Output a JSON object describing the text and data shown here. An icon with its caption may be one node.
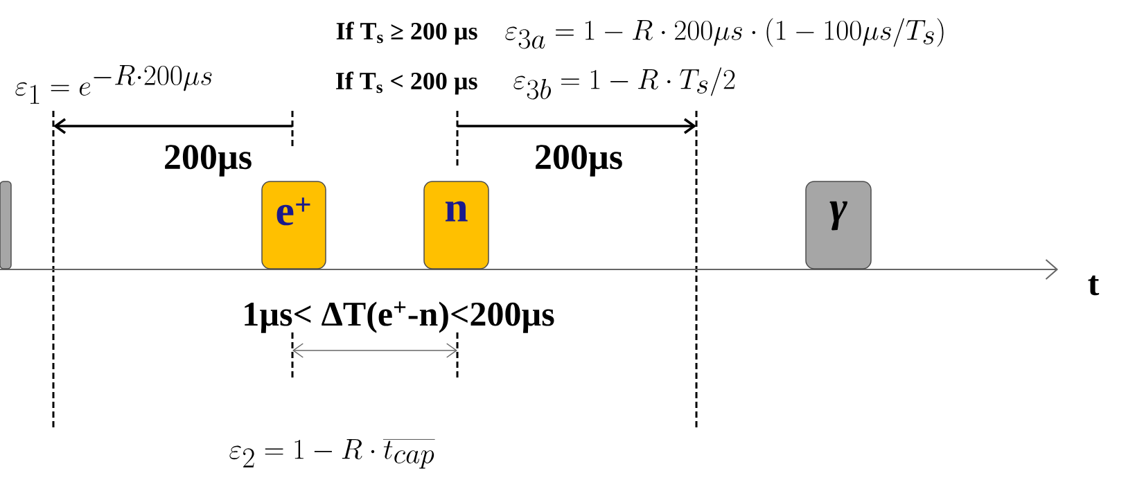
{
  "diagram": {
    "nodes": [
      {
        "text": [],
        "shape": "box"
      },
      {
        "text": [
          "e$^{+}$"
        ]
      },
      {
        "text": [
          "n"
        ]
      },
      {
        "text": [
          "γ"
        ]
      }
    ],
    "labels": [
      "If T$_{s}$ ≥ 200 µs",
      "\\varepsilon_{3a} = 1 - R\\cdot 200\\mu s\\cdot (1 - 100\\mu s/T_s)",
      "\\varepsilon_1 = e^{-R\\cdot 200\\mu s}",
      "If T$_{s}$ < 200 µs",
      "\\varepsilon_{3b} = 1 - R\\cdot T_s/2",
      "200µs",
      "200µs",
      "t",
      "1µs< ΔT(e$^{+}$-n)<200µs",
      "\\varepsilon_2 = 1 - R\\cdot \\overline{t_{cap}}"
    ]
  }
}
